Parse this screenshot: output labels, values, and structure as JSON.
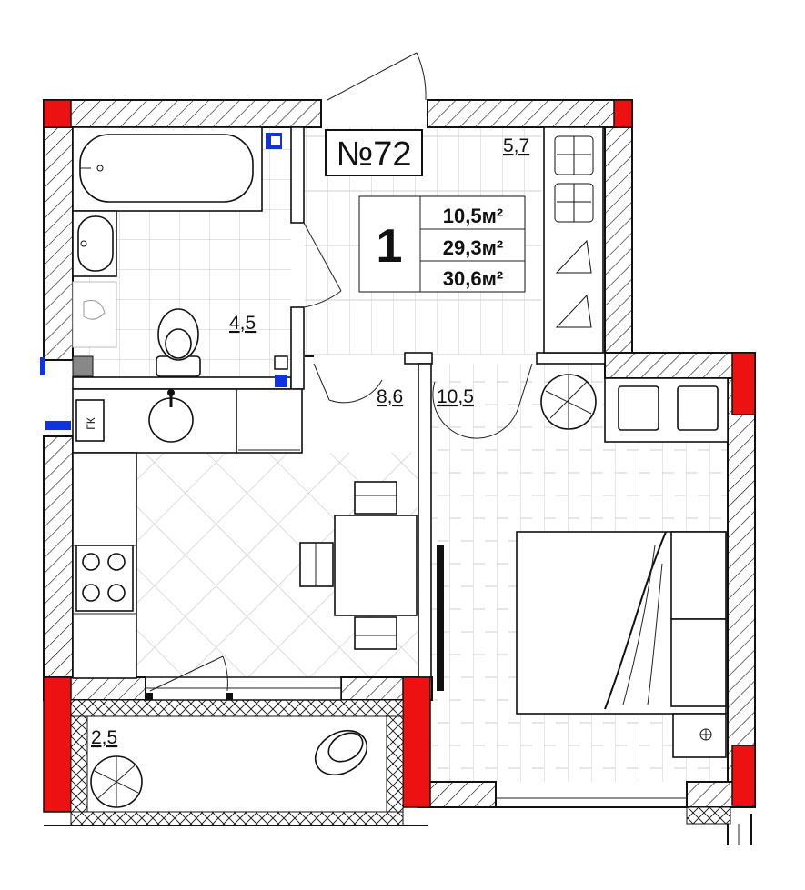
{
  "apartment": {
    "label": "№72",
    "rooms": "1"
  },
  "areas": {
    "living": "10,5м²",
    "total_living": "29,3м²",
    "total": "30,6м²"
  },
  "rooms": {
    "bathroom": "4,5",
    "hall": "5,7",
    "kitchen": "8,6",
    "bedroom": "10,5",
    "balcony": "2,5"
  },
  "fixtures": {
    "gas_riser": "ГК"
  },
  "colors": {
    "wall_red": "#ee1111",
    "riser_blue": "#1133dd",
    "floor_grid": "#bdbdbd"
  }
}
